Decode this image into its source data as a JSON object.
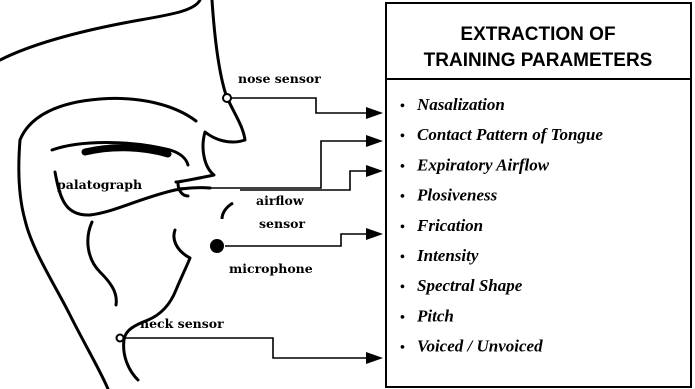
{
  "box": {
    "title_line1": "EXTRACTION OF",
    "title_line2": "TRAINING PARAMETERS"
  },
  "parameters": [
    "Nasalization",
    "Contact Pattern of Tongue",
    "Expiratory Airflow",
    "Plosiveness",
    "Frication",
    "Intensity",
    "Spectral Shape",
    "Pitch",
    "Voiced / Unvoiced"
  ],
  "sensors": {
    "nose": "nose sensor",
    "palatograph": "palatograph",
    "airflow_line1": "airflow",
    "airflow_line2": "sensor",
    "microphone": "microphone",
    "neck": "neck sensor"
  },
  "bullet_glyph": "•"
}
